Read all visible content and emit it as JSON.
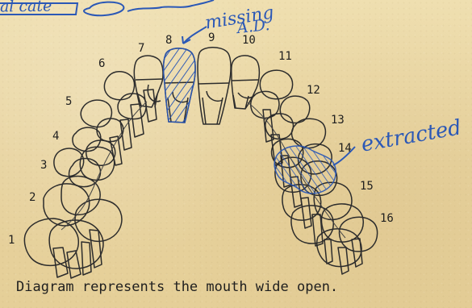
{
  "document": {
    "top_left_handwritten": "al cate",
    "missing_note": "missing",
    "missing_subnote": "A.D.",
    "extracted_note": "extracted",
    "caption": "Diagram represents the mouth wide open."
  },
  "tooth_labels": [
    {
      "label": "1"
    },
    {
      "label": "2"
    },
    {
      "label": "3"
    },
    {
      "label": "4"
    },
    {
      "label": "5"
    },
    {
      "label": "6"
    },
    {
      "label": "7"
    },
    {
      "label": "8"
    },
    {
      "label": "9"
    },
    {
      "label": "10"
    },
    {
      "label": "11"
    },
    {
      "label": "12"
    },
    {
      "label": "13"
    },
    {
      "label": "14"
    },
    {
      "label": "15"
    },
    {
      "label": "16"
    }
  ],
  "colors": {
    "ink": "#1f1f1f",
    "blue_ink": "#2b58b6",
    "paper": "#ead9a6"
  }
}
